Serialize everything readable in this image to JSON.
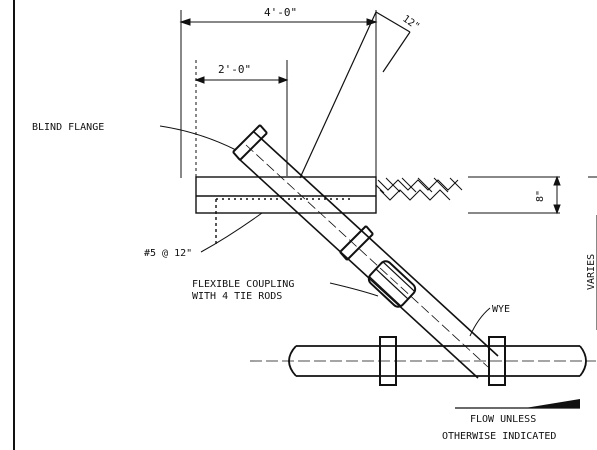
{
  "dimensions": {
    "outer_width": "4'-0\"",
    "inner_width": "2'-0\"",
    "angle_dim": "12\"",
    "slab_thickness": "8\"",
    "varies": "VARIES"
  },
  "labels": {
    "blind_flange": "BLIND FLANGE",
    "rebar": "#5 @ 12\"",
    "coupling_line1": "FLEXIBLE COUPLING",
    "coupling_line2": "WITH 4 TIE RODS",
    "wye": "WYE",
    "flow_line1": "FLOW UNLESS",
    "flow_line2": "OTHERWISE INDICATED"
  }
}
